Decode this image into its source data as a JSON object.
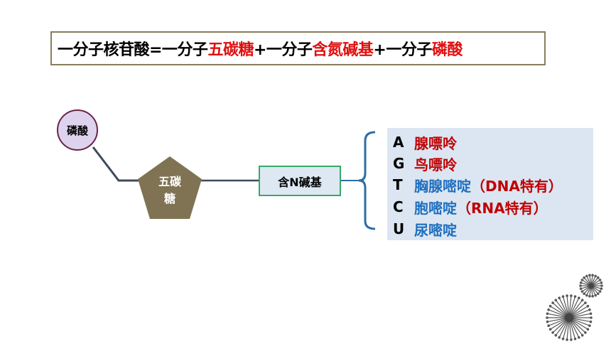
{
  "formula": {
    "part1": "一分子核苷酸=一分子",
    "pentose": "五碳糖",
    "plus1": "+一分子",
    "base": "含氮碱基",
    "plus2": "+一分子",
    "phosphate": "磷酸"
  },
  "nodes": {
    "phosphate": "磷酸",
    "sugar_line1": "五碳",
    "sugar_line2": "糖",
    "base": "含N碱基"
  },
  "bases": [
    {
      "letter": "A",
      "name": "腺嘌呤",
      "note": ""
    },
    {
      "letter": "G",
      "name": "鸟嘌呤",
      "note": ""
    },
    {
      "letter": "T",
      "name": "胸腺嘧啶",
      "note": "（DNA特有）"
    },
    {
      "letter": "C",
      "name": "胞嘧啶",
      "note": "（RNA特有）"
    },
    {
      "letter": "U",
      "name": "尿嘧啶",
      "note": ""
    }
  ],
  "colors": {
    "highlight_red": "#e01010",
    "purine_red": "#c00000",
    "pyrimidine_blue": "#1f6fbf",
    "sugar_fill": "#7f7354",
    "panel_fill": "#dce6f2",
    "connector": "#3d4a5c"
  }
}
